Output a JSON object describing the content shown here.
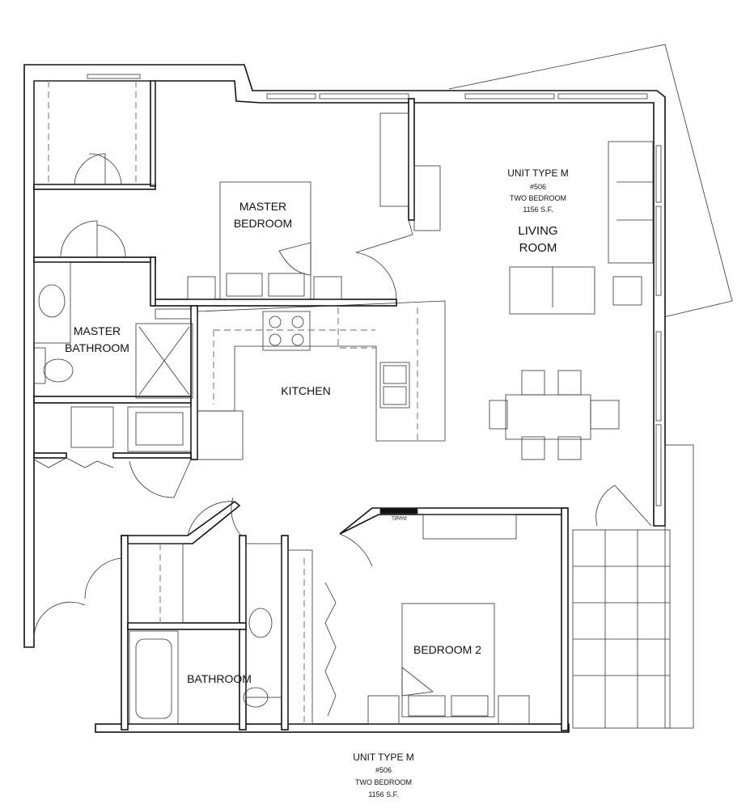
{
  "plan": {
    "unit_info": {
      "type": "UNIT TYPE M",
      "number": "#506",
      "bedrooms": "TWO BEDROOM",
      "area": "1156 S.F."
    },
    "rooms": {
      "master_bedroom": [
        "MASTER",
        "BEDROOM"
      ],
      "master_bathroom": [
        "MASTER",
        "BATHROOM"
      ],
      "living_room": [
        "LIVING",
        "ROOM"
      ],
      "kitchen": "KITCHEN",
      "bedroom2": "BEDROOM 2",
      "bathroom": "BATHROOM"
    },
    "panel_label": "PANEL"
  },
  "caption": {
    "type": "UNIT TYPE M",
    "number": "#506",
    "bedrooms": "TWO BEDROOM",
    "area": "1156 S.F."
  }
}
